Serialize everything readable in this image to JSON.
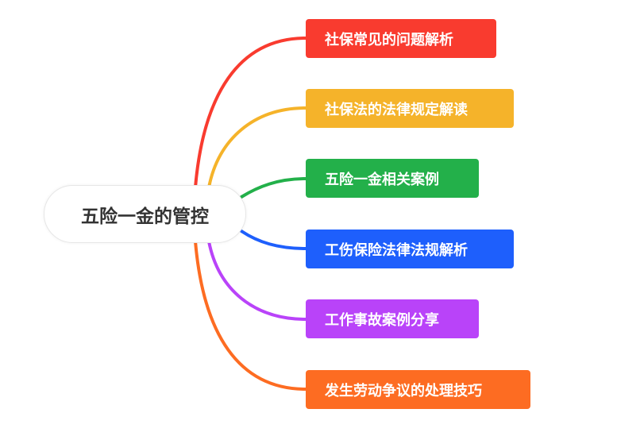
{
  "root": {
    "label": "五险一金的管控"
  },
  "branches": [
    {
      "label": "社保常见的问题解析",
      "color": "#f93b2f"
    },
    {
      "label": "社保法的法律规定解读",
      "color": "#f5b32a"
    },
    {
      "label": "五险一金相关案例",
      "color": "#23b04a"
    },
    {
      "label": "工伤保险法律法规解析",
      "color": "#1e5ffc"
    },
    {
      "label": "工作事故案例分享",
      "color": "#b943f9"
    },
    {
      "label": "发生劳动争议的处理技巧",
      "color": "#fd6c22"
    }
  ]
}
